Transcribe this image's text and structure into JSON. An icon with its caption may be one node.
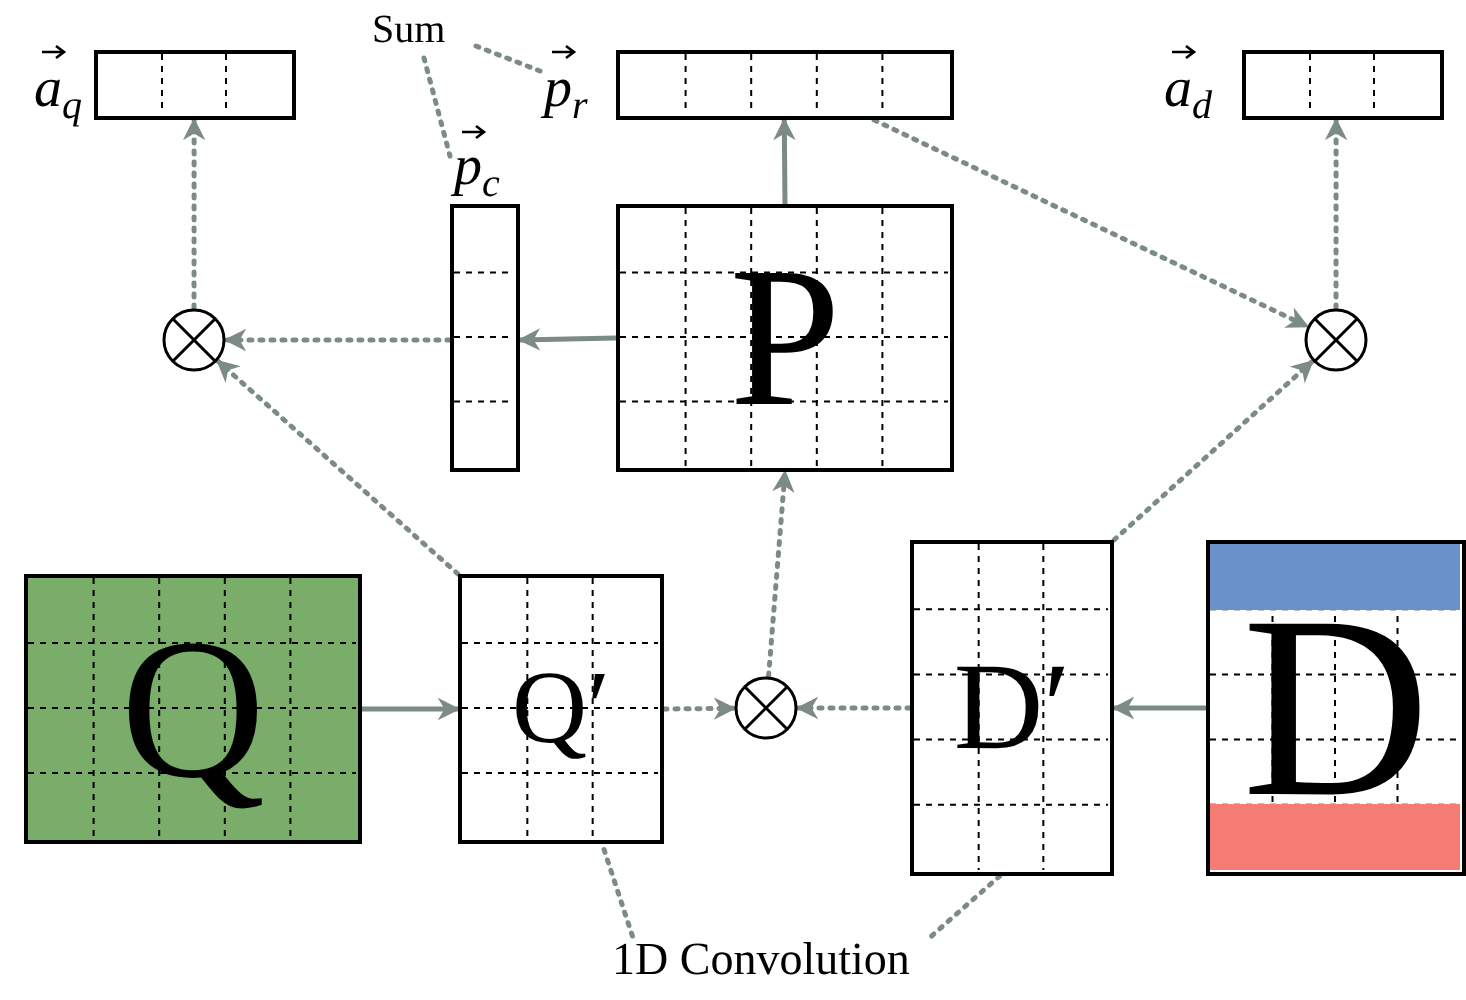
{
  "diagram": {
    "nodes": [
      {
        "text": [
          "a$_{q}$"
        ]
      },
      {
        "text": [
          "Sum"
        ]
      },
      {
        "text": [
          "p$_{r}$"
        ]
      },
      {
        "text": [
          "a$_{d}$"
        ]
      },
      {
        "text": [
          "p$_{c}$"
        ]
      },
      {
        "text": [
          "P"
        ]
      },
      {
        "text": [],
        "shape": "circle"
      },
      {
        "text": [],
        "shape": "circle"
      },
      {
        "text": [
          "Q"
        ]
      },
      {
        "text": [
          "Q′"
        ]
      },
      {
        "text": [],
        "shape": "circle"
      },
      {
        "text": [
          "D′"
        ]
      },
      {
        "text": [
          "D"
        ]
      },
      {
        "text": [],
        "shape": "bar",
        "in": 12
      },
      {
        "text": [],
        "shape": "bar",
        "in": 12
      },
      {
        "text": [
          "1D Convolution"
        ]
      }
    ],
    "edges": [
      {
        "from": 8,
        "to": 9,
        "arrow": "to"
      },
      {
        "from": 9,
        "to": 10,
        "arrow": "to",
        "style": "dashed"
      },
      {
        "from": 11,
        "to": 10,
        "arrow": "to",
        "style": "dashed"
      },
      {
        "from": 12,
        "to": 11,
        "arrow": "to"
      },
      {
        "from": 10,
        "to": 5,
        "arrow": "to",
        "style": "dashed"
      },
      {
        "from": 5,
        "to": 2,
        "arrow": "to"
      },
      {
        "from": 5,
        "to": 4,
        "arrow": "to"
      },
      {
        "from": 4,
        "to": 6,
        "arrow": "to",
        "style": "dashed"
      },
      {
        "from": 9,
        "to": 6,
        "arrow": "to",
        "style": "dashed"
      },
      {
        "from": 6,
        "to": 0,
        "arrow": "to",
        "style": "dashed"
      },
      {
        "from": 2,
        "to": 7,
        "arrow": "to",
        "style": "dashed"
      },
      {
        "from": 11,
        "to": 7,
        "arrow": "to",
        "style": "dashed"
      },
      {
        "from": 7,
        "to": 3,
        "arrow": "to",
        "style": "dashed"
      },
      {
        "from": 1,
        "to": 2,
        "arrow": "none",
        "style": "dashed"
      },
      {
        "from": 1,
        "to": 4,
        "arrow": "none",
        "style": "dashed"
      },
      {
        "from": 15,
        "to": 9,
        "arrow": "none",
        "style": "dashed"
      },
      {
        "from": 15,
        "to": 11,
        "arrow": "none",
        "style": "dashed"
      }
    ]
  }
}
